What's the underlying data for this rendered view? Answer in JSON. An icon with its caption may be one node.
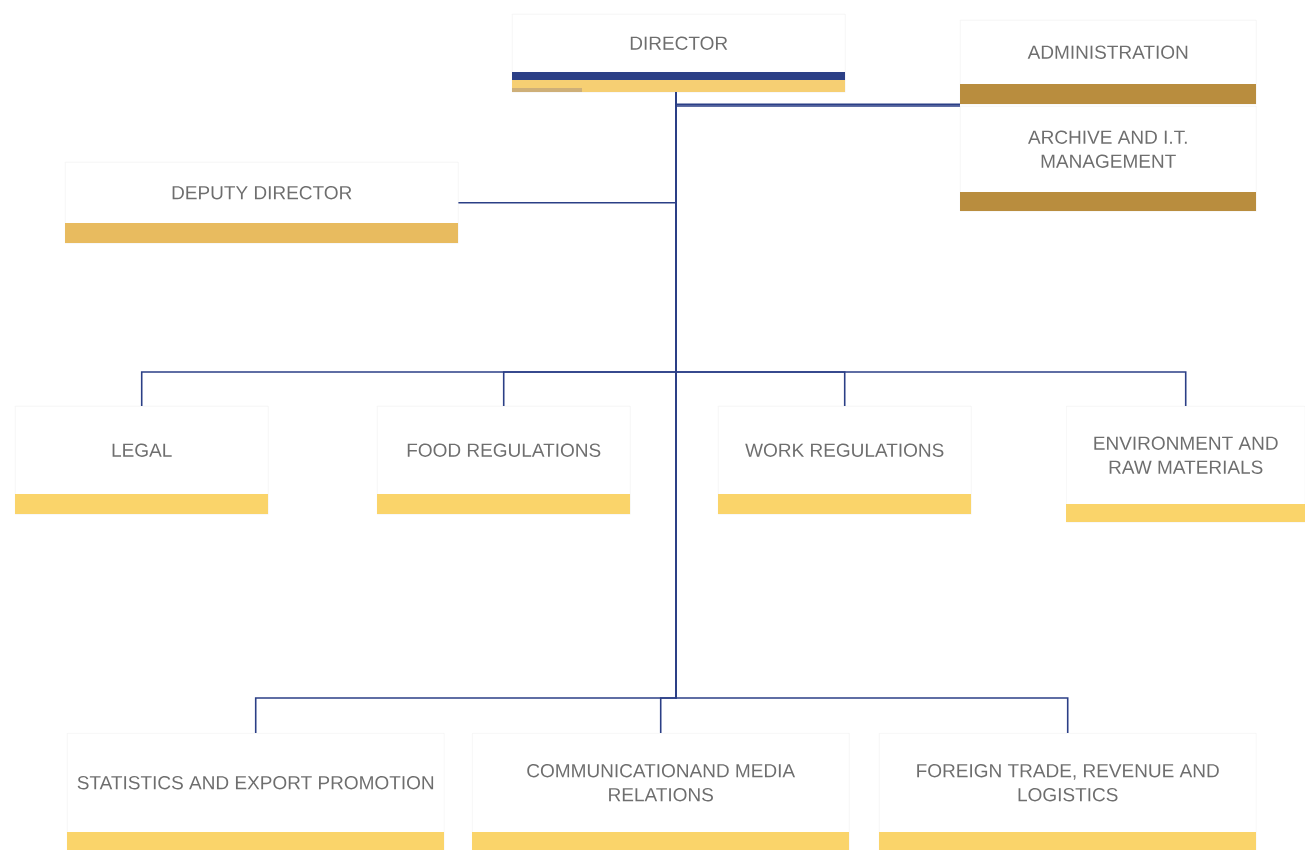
{
  "diagram": {
    "nodes": [
      {
        "text": [
          "DIRECTOR"
        ]
      },
      {
        "text": [
          "ADMINISTRATION"
        ]
      },
      {
        "text": [
          "ARCHIVE AND I.T. MANAGEMENT"
        ]
      },
      {
        "text": [
          "DEPUTY DIRECTOR"
        ]
      },
      {
        "text": [
          "LEGAL"
        ]
      },
      {
        "text": [
          "FOOD REGULATIONS"
        ]
      },
      {
        "text": [
          "WORK REGULATIONS"
        ]
      },
      {
        "text": [
          "ENVIRONMENT AND RAW MATERIALS"
        ]
      },
      {
        "text": [
          "STATISTICS AND EXPORT PROMOTION"
        ]
      },
      {
        "text": [
          "COMMUNICATIONAND MEDIA RELATIONS"
        ]
      },
      {
        "text": [
          "FOREIGN TRADE, REVENUE AND LOGISTICS"
        ]
      }
    ],
    "edges": [
      {
        "from": 0,
        "to": 1,
        "arrow": "none"
      },
      {
        "from": 0,
        "to": 2,
        "arrow": "none"
      },
      {
        "from": 0,
        "to": 3,
        "arrow": "none"
      },
      {
        "from": 0,
        "to": 4,
        "arrow": "none"
      },
      {
        "from": 0,
        "to": 5,
        "arrow": "none"
      },
      {
        "from": 0,
        "to": 6,
        "arrow": "none"
      },
      {
        "from": 0,
        "to": 7,
        "arrow": "none"
      },
      {
        "from": 0,
        "to": 8,
        "arrow": "none"
      },
      {
        "from": 0,
        "to": 9,
        "arrow": "none"
      },
      {
        "from": 0,
        "to": 10,
        "arrow": "none"
      }
    ]
  }
}
